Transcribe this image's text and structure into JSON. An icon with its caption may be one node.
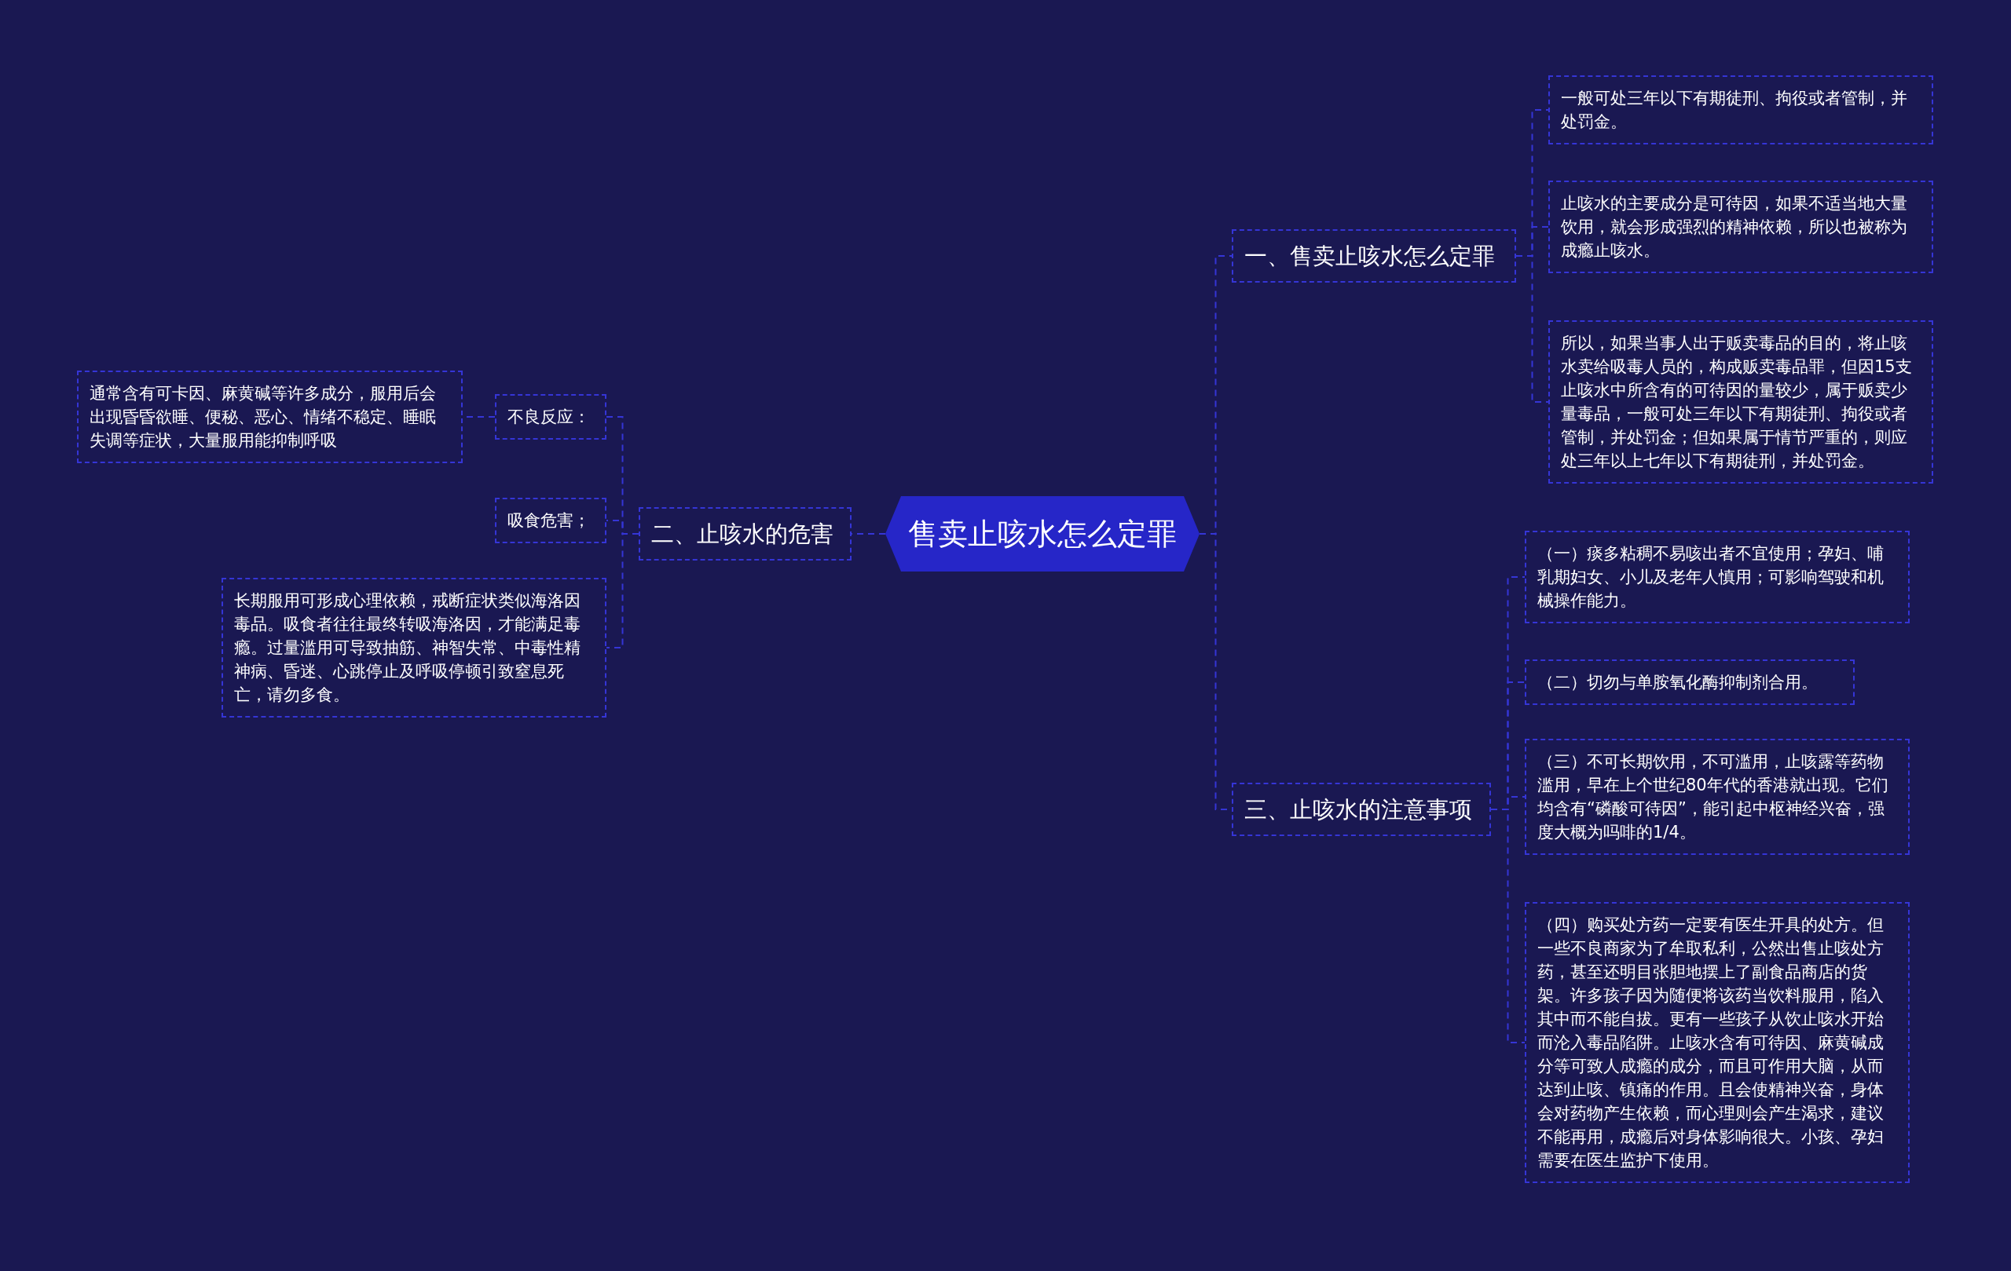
{
  "diagram": {
    "nodes": [
      {
        "text": [
          "售卖止咳水怎么定罪"
        ]
      },
      {
        "text": [
          "一、售卖止咳水怎么定罪"
        ]
      },
      {
        "text": [
          "一般可处三年以下有期徒刑、拘役或者管制，并处罚金。"
        ]
      },
      {
        "text": [
          "止咳水的主要成分是可待因，如果不适当地大量饮用，就会形成强烈的精神依赖，所以也被称为成瘾止咳水。"
        ]
      },
      {
        "text": [
          "所以，如果当事人出于贩卖毒品的目的，将止咳水卖给吸毒人员的，构成贩卖毒品罪，但因15支止咳水中所含有的可待因的量较少，属于贩卖少量毒品，一般可处三年以下有期徒刑、拘役或者管制，并处罚金；但如果属于情节严重的，则应处三年以上七年以下有期徒刑，并处罚金。"
        ]
      },
      {
        "text": [
          "二、止咳水的危害"
        ]
      },
      {
        "text": [
          "不良反应："
        ]
      },
      {
        "text": [
          "通常含有可卡因、麻黄碱等许多成分，服用后会出现昏昏欲睡、便秘、恶心、情绪不稳定、睡眠失调等症状，大量服用能抑制呼吸"
        ]
      },
      {
        "text": [
          "吸食危害；"
        ]
      },
      {
        "text": [
          "长期服用可形成心理依赖，戒断症状类似海洛因毒品。吸食者往往最终转吸海洛因，才能满足毒瘾。过量滥用可导致抽筋、神智失常、中毒性精神病、昏迷、心跳停止及呼吸停顿引致窒息死亡，请勿多食。"
        ]
      },
      {
        "text": [
          "三、止咳水的注意事项"
        ]
      },
      {
        "text": [
          "（一）痰多粘稠不易咳出者不宜使用；孕妇、哺乳期妇女、小儿及老年人慎用；可影响驾驶和机械操作能力。"
        ]
      },
      {
        "text": [
          "（二）切勿与单胺氧化酶抑制剂合用。"
        ]
      },
      {
        "text": [
          "（三）不可长期饮用，不可滥用，止咳露等药物滥用，早在上个世纪80年代的香港就出现。它们均含有“磷酸可待因”，能引起中枢神经兴奋，强度大概为吗啡的1/4。"
        ]
      },
      {
        "text": [
          "（四）购买处方药一定要有医生开具的处方。但一些不良商家为了牟取私利，公然出售止咳处方药，甚至还明目张胆地摆上了副食品商店的货架。许多孩子因为随便将该药当饮料服用，陷入其中而不能自拔。更有一些孩子从饮止咳水开始而沦入毒品陷阱。止咳水含有可待因、麻黄碱成分等可致人成瘾的成分，而且可作用大脑，从而达到止咳、镇痛的作用。且会使精神兴奋，身体会对药物产生依赖，而心理则会产生渴求，建议不能再用，成瘾后对身体影响很大。小孩、孕妇需要在医生监护下使用。"
        ]
      }
    ],
    "edges": [
      {
        "from": 0,
        "to": 1,
        "arrow": "none"
      },
      {
        "from": 1,
        "to": 2,
        "arrow": "none"
      },
      {
        "from": 1,
        "to": 3,
        "arrow": "none"
      },
      {
        "from": 1,
        "to": 4,
        "arrow": "none"
      },
      {
        "from": 0,
        "to": 5,
        "arrow": "none"
      },
      {
        "from": 5,
        "to": 6,
        "arrow": "none"
      },
      {
        "from": 6,
        "to": 7,
        "arrow": "none"
      },
      {
        "from": 5,
        "to": 8,
        "arrow": "none"
      },
      {
        "from": 5,
        "to": 9,
        "arrow": "none"
      },
      {
        "from": 0,
        "to": 10,
        "arrow": "none"
      },
      {
        "from": 10,
        "to": 11,
        "arrow": "none"
      },
      {
        "from": 10,
        "to": 12,
        "arrow": "none"
      },
      {
        "from": 10,
        "to": 13,
        "arrow": "none"
      },
      {
        "from": 10,
        "to": 14,
        "arrow": "none"
      }
    ]
  }
}
